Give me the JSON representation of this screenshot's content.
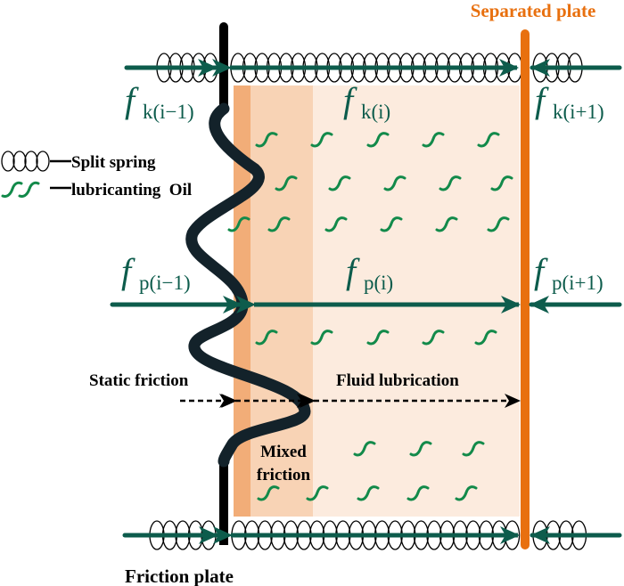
{
  "labels": {
    "separated_plate": "Separated plate",
    "friction_plate": "Friction plate",
    "static_friction": "Static friction",
    "fluid_lubrication": "Fluid lubrication",
    "mixed_friction_line1": "Mixed",
    "mixed_friction_line2": "friction"
  },
  "legend": [
    {
      "icon": "spring-icon",
      "label": "Split spring"
    },
    {
      "icon": "oil-icon",
      "label": "lubricanting  Oil"
    }
  ],
  "forces": {
    "fk_prev": {
      "symbol": "f",
      "sub": "k(i−1)"
    },
    "fk_curr": {
      "symbol": "f",
      "sub": "k(i)"
    },
    "fk_next": {
      "symbol": "f",
      "sub": "k(i+1)"
    },
    "fp_prev": {
      "symbol": "f",
      "sub": "p(i−1)"
    },
    "fp_curr": {
      "symbol": "f",
      "sub": "p(i)"
    },
    "fp_next": {
      "symbol": "f",
      "sub": "p(i+1)"
    }
  },
  "colors": {
    "arrow": "#0d5c4c",
    "separated_plate": "#e8700f",
    "friction_plate": "#000000",
    "oil": "#128a4a",
    "static_zone": "#f2ad78",
    "mixed_zone": "#f8d3b5",
    "fluid_zone": "#fcebde",
    "surface_curve": "#13222a"
  }
}
